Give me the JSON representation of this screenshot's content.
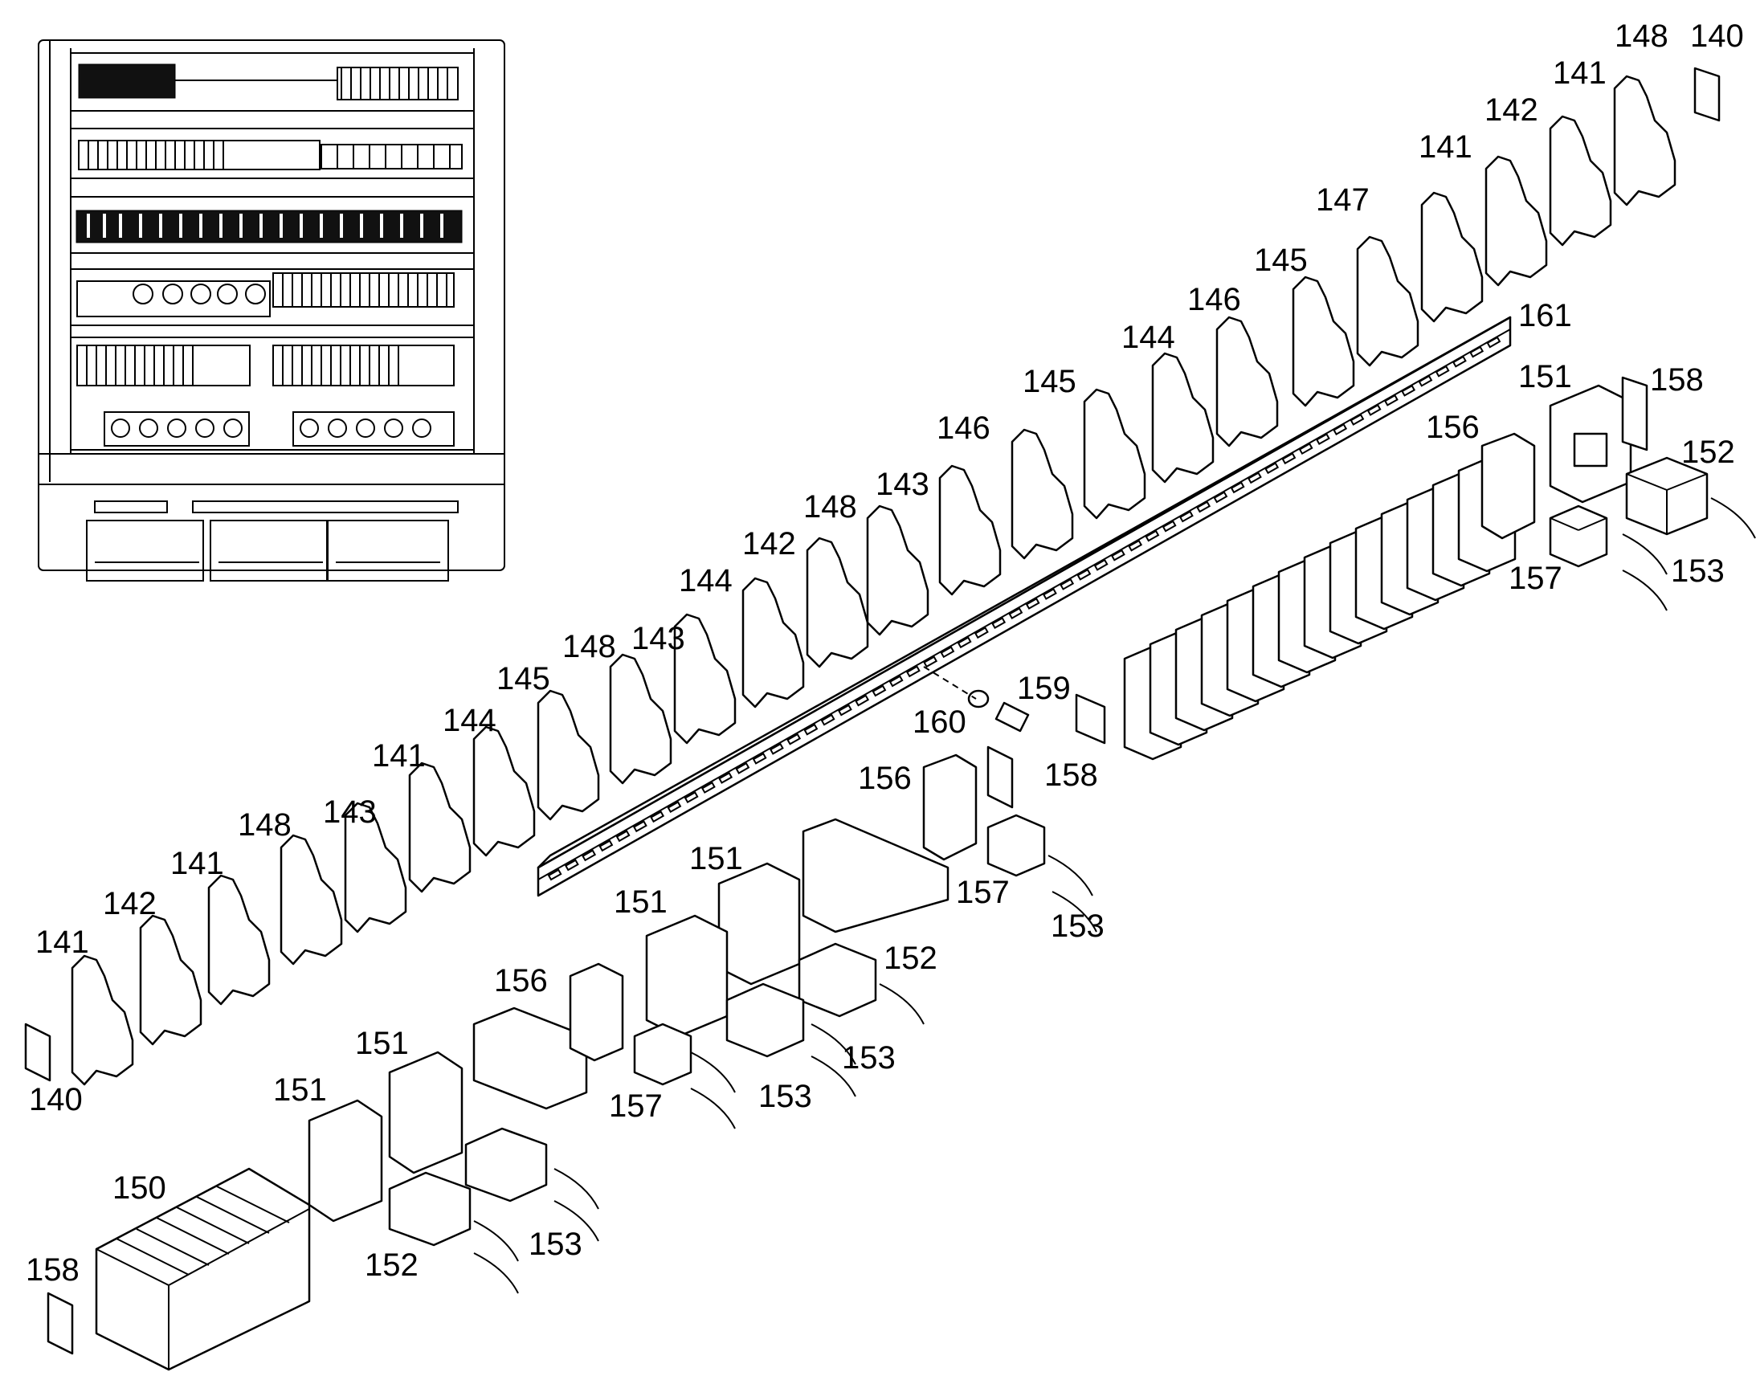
{
  "diagram": {
    "callouts": [
      {
        "id": "c140a",
        "label": "140"
      },
      {
        "id": "c148a",
        "label": "148"
      },
      {
        "id": "c141a",
        "label": "141"
      },
      {
        "id": "c142a",
        "label": "142"
      },
      {
        "id": "c141b",
        "label": "141"
      },
      {
        "id": "c147",
        "label": "147"
      },
      {
        "id": "c145a",
        "label": "145"
      },
      {
        "id": "c146a",
        "label": "146"
      },
      {
        "id": "c144a",
        "label": "144"
      },
      {
        "id": "c161",
        "label": "161"
      },
      {
        "id": "c151a",
        "label": "151"
      },
      {
        "id": "c158a",
        "label": "158"
      },
      {
        "id": "c156a",
        "label": "156"
      },
      {
        "id": "c152a",
        "label": "152"
      },
      {
        "id": "c145b",
        "label": "145"
      },
      {
        "id": "c146b",
        "label": "146"
      },
      {
        "id": "c143a",
        "label": "143"
      },
      {
        "id": "c148b",
        "label": "148"
      },
      {
        "id": "c157a",
        "label": "157"
      },
      {
        "id": "c153a",
        "label": "153"
      },
      {
        "id": "c142b",
        "label": "142"
      },
      {
        "id": "c144b",
        "label": "144"
      },
      {
        "id": "c148c",
        "label": "148"
      },
      {
        "id": "c143b",
        "label": "143"
      },
      {
        "id": "c159",
        "label": "159"
      },
      {
        "id": "c160",
        "label": "160"
      },
      {
        "id": "c145c",
        "label": "145"
      },
      {
        "id": "c144c",
        "label": "144"
      },
      {
        "id": "c141c",
        "label": "141"
      },
      {
        "id": "c158b",
        "label": "158"
      },
      {
        "id": "c156b",
        "label": "156"
      },
      {
        "id": "c148d",
        "label": "148"
      },
      {
        "id": "c143c",
        "label": "143"
      },
      {
        "id": "c141d",
        "label": "141"
      },
      {
        "id": "c142c",
        "label": "142"
      },
      {
        "id": "c151b",
        "label": "151"
      },
      {
        "id": "c157b",
        "label": "157"
      },
      {
        "id": "c153b",
        "label": "153"
      },
      {
        "id": "c151c",
        "label": "151"
      },
      {
        "id": "c152b",
        "label": "152"
      },
      {
        "id": "c141e",
        "label": "141"
      },
      {
        "id": "c156c",
        "label": "156"
      },
      {
        "id": "c153c",
        "label": "153"
      },
      {
        "id": "c140b",
        "label": "140"
      },
      {
        "id": "c157c",
        "label": "157"
      },
      {
        "id": "c153d",
        "label": "153"
      },
      {
        "id": "c151d",
        "label": "151"
      },
      {
        "id": "c151e",
        "label": "151"
      },
      {
        "id": "c150",
        "label": "150"
      },
      {
        "id": "c152c",
        "label": "152"
      },
      {
        "id": "c153e",
        "label": "153"
      },
      {
        "id": "c158c",
        "label": "158"
      }
    ]
  }
}
